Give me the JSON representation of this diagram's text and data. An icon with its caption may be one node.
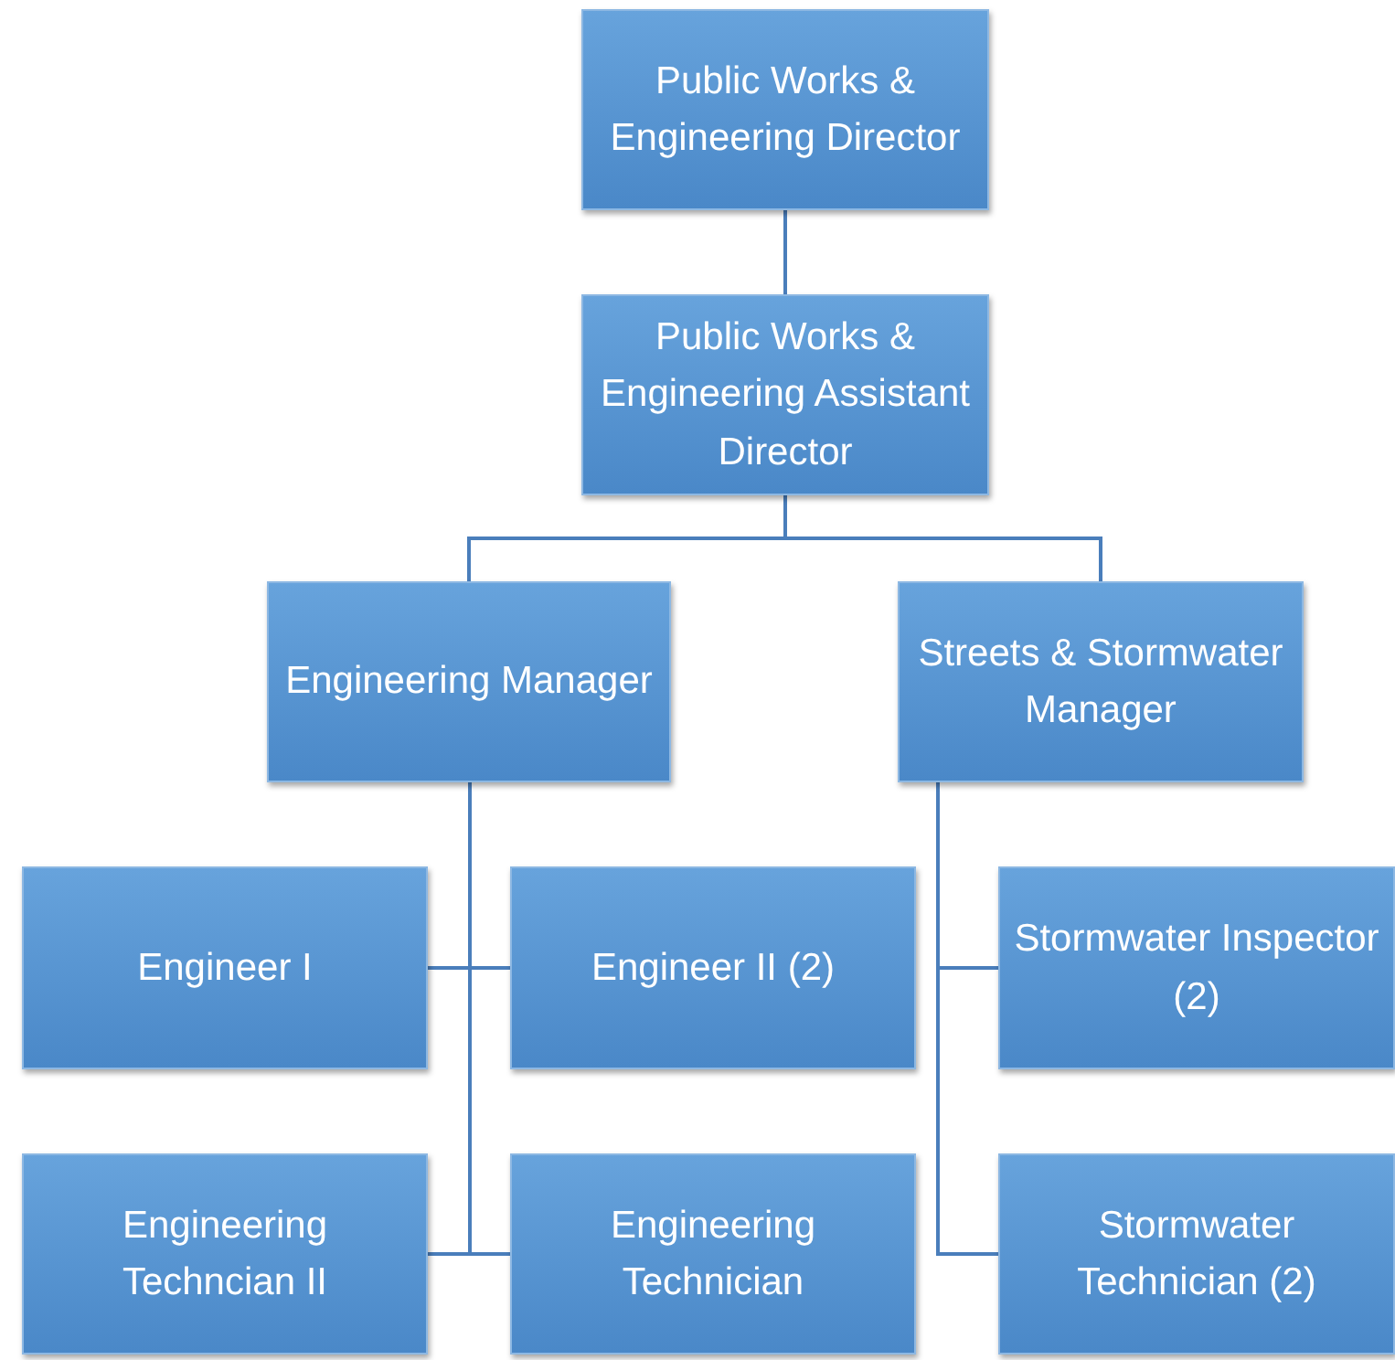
{
  "diagram": {
    "nodes": [
      {
        "text": [
          "Public Works & Engineering Director"
        ]
      },
      {
        "text": [
          "Public Works & Engineering Assistant Director"
        ]
      },
      {
        "text": [
          "Engineering Manager"
        ]
      },
      {
        "text": [
          "Streets & Stormwater Manager"
        ]
      },
      {
        "text": [
          "Engineer I"
        ]
      },
      {
        "text": [
          "Engineer II (2)"
        ]
      },
      {
        "text": [
          "Stormwater Inspector (2)"
        ]
      },
      {
        "text": [
          "Engineering Techncian II"
        ]
      },
      {
        "text": [
          "Engineering Technician"
        ]
      },
      {
        "text": [
          "Stormwater Technician (2)"
        ]
      }
    ],
    "edges": [
      {
        "from": 0,
        "to": 1,
        "arrow": "none"
      },
      {
        "from": 1,
        "to": 2,
        "arrow": "none"
      },
      {
        "from": 1,
        "to": 3,
        "arrow": "none"
      },
      {
        "from": 2,
        "to": 4,
        "arrow": "none"
      },
      {
        "from": 2,
        "to": 5,
        "arrow": "none"
      },
      {
        "from": 2,
        "to": 7,
        "arrow": "none"
      },
      {
        "from": 2,
        "to": 8,
        "arrow": "none"
      },
      {
        "from": 3,
        "to": 6,
        "arrow": "none"
      },
      {
        "from": 3,
        "to": 9,
        "arrow": "none"
      }
    ]
  }
}
